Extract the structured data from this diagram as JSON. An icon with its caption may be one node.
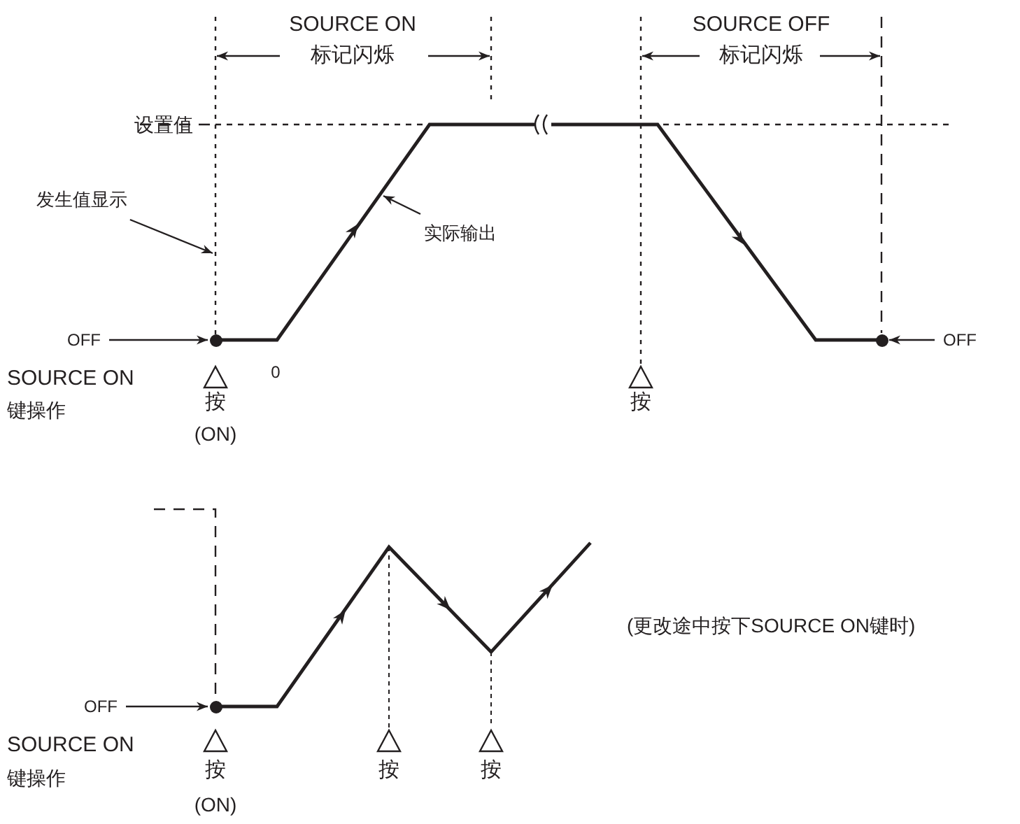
{
  "diagram": {
    "nodes": [
      {
        "text": [
          "OFF"
        ]
      },
      {
        "text": [],
        "shape": "circle"
      },
      {
        "text": [
          "发生值显示"
        ]
      },
      {
        "text": [
          "实际输出"
        ]
      },
      {
        "text": [],
        "shape": "circle"
      },
      {
        "text": [
          "OFF"
        ]
      },
      {
        "text": [
          "OFF"
        ]
      },
      {
        "text": [],
        "shape": "circle"
      }
    ],
    "edges": [
      {
        "from": 0,
        "to": 1,
        "arrow": "to"
      },
      {
        "from": 2,
        "to": null,
        "arrow": "to"
      },
      {
        "from": 3,
        "to": null,
        "arrow": "to"
      },
      {
        "from": 5,
        "to": 4,
        "arrow": "to"
      },
      {
        "from": 6,
        "to": 7,
        "arrow": "to"
      }
    ],
    "labels": [
      "SOURCE ON",
      "标记闪烁",
      "SOURCE OFF",
      "标记闪烁",
      "设置值",
      "0",
      "SOURCE ON",
      "键操作",
      "按",
      "(ON)",
      "按",
      "(更改途中按下SOURCE ON键时)",
      "SOURCE ON",
      "键操作",
      "按",
      "(ON)",
      "按",
      "按"
    ]
  }
}
